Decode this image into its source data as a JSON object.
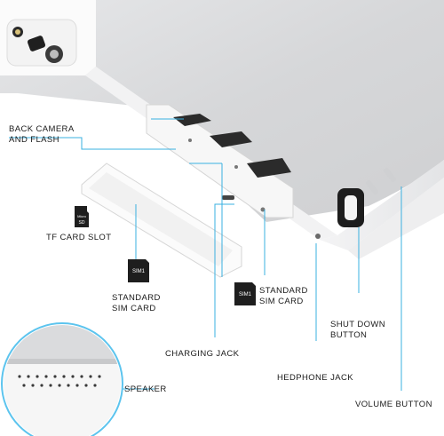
{
  "labels": {
    "back_camera": [
      "BACK CAMERA",
      "AND FLASH"
    ],
    "tf_card_slot": "TF CARD SLOT",
    "standard_sim_left": [
      "STANDARD",
      "SIM CARD"
    ],
    "standard_sim_right": [
      "STANDARD",
      "SIM CARD"
    ],
    "charging_jack": "CHARGING JACK",
    "speaker": "SPEAKER",
    "hedphone_jack": "HEDPHONE JACK",
    "shut_down": [
      "SHUT DOWN",
      "BUTTON"
    ],
    "volume_button": "VOLUME BUTTON"
  },
  "icons": {
    "sd_card": {
      "line1": "Micro",
      "line2": "SD"
    },
    "sim_left": "SIM1",
    "sim_right": "SIM1"
  },
  "colors": {
    "body_silver": "#d9dadc",
    "bezel_white": "#fafafa",
    "callout_line": "#3ab0e0",
    "speaker_ring": "#5cc4ee"
  }
}
